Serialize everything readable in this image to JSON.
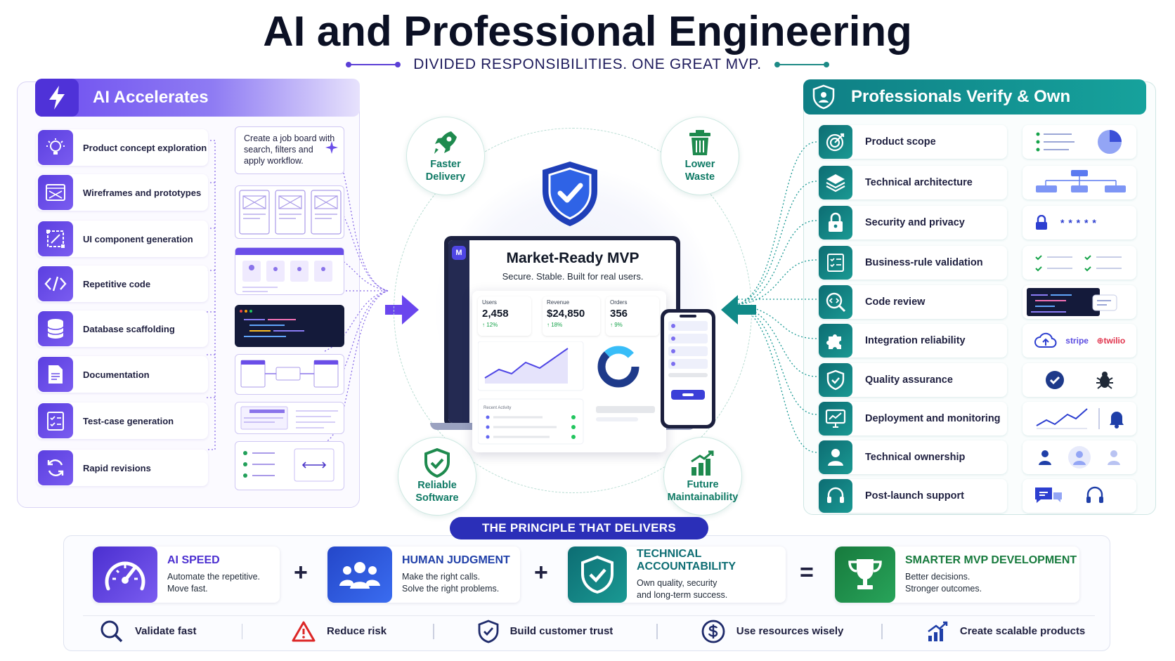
{
  "header": {
    "title": "AI and Professional Engineering",
    "subtitle": "DIVIDED RESPONSIBILITIES. ONE GREAT MVP."
  },
  "ai_panel": {
    "title": "AI Accelerates",
    "items": [
      {
        "label": "Product concept exploration",
        "icon": "lightbulb-icon"
      },
      {
        "label": "Wireframes and prototypes",
        "icon": "wireframe-icon"
      },
      {
        "label": "UI component generation",
        "icon": "component-icon"
      },
      {
        "label": "Repetitive code",
        "icon": "code-icon"
      },
      {
        "label": "Database scaffolding",
        "icon": "database-icon"
      },
      {
        "label": "Documentation",
        "icon": "document-icon"
      },
      {
        "label": "Test-case generation",
        "icon": "checklist-icon"
      },
      {
        "label": "Rapid revisions",
        "icon": "refresh-icon"
      }
    ],
    "prompt": "Create a job board with search, filters and apply workflow."
  },
  "pro_panel": {
    "title": "Professionals Verify & Own",
    "items": [
      {
        "label": "Product scope",
        "icon": "target-icon"
      },
      {
        "label": "Technical architecture",
        "icon": "layers-icon"
      },
      {
        "label": "Security and privacy",
        "icon": "lock-icon"
      },
      {
        "label": "Business-rule validation",
        "icon": "rules-icon"
      },
      {
        "label": "Code review",
        "icon": "magnifier-code-icon"
      },
      {
        "label": "Integration reliability",
        "icon": "puzzle-icon"
      },
      {
        "label": "Quality assurance",
        "icon": "shield-check-icon"
      },
      {
        "label": "Deployment and monitoring",
        "icon": "monitor-chart-icon"
      },
      {
        "label": "Technical ownership",
        "icon": "person-icon"
      },
      {
        "label": "Post-launch support",
        "icon": "headset-icon"
      }
    ],
    "password_mask": "* * * * *",
    "brands": {
      "stripe": "stripe",
      "twilio": "twilio"
    }
  },
  "center": {
    "badges": {
      "faster": "Faster\nDelivery",
      "waste": "Lower\nWaste",
      "reliable": "Reliable\nSoftware",
      "future": "Future\nMaintainability"
    },
    "mvp_title": "Market-Ready MVP",
    "mvp_subtitle": "Secure. Stable. Built for real users.",
    "stats": [
      {
        "label": "Users",
        "value": "2,458",
        "delta": "↑ 12%"
      },
      {
        "label": "Revenue",
        "value": "$24,850",
        "delta": "↑ 18%"
      },
      {
        "label": "Orders",
        "value": "356",
        "delta": "↑ 9%"
      }
    ],
    "recent_activity": "Recent Activity"
  },
  "principle": {
    "banner": "THE PRINCIPLE THAT DELIVERS",
    "cards": [
      {
        "title": "AI SPEED",
        "line1": "Automate the repetitive.",
        "line2": "Move fast."
      },
      {
        "title": "HUMAN JUDGMENT",
        "line1": "Make the right calls.",
        "line2": "Solve the right problems."
      },
      {
        "title": "TECHNICAL ACCOUNTABILITY",
        "line1": "Own quality, security",
        "line2": "and long-term success."
      },
      {
        "title": "SMARTER MVP DEVELOPMENT",
        "line1": "Better decisions.",
        "line2": "Stronger outcomes."
      }
    ],
    "ops": {
      "plus": "+",
      "equals": "="
    }
  },
  "footer": [
    {
      "label": "Validate fast",
      "icon": "search-icon"
    },
    {
      "label": "Reduce risk",
      "icon": "warning-icon"
    },
    {
      "label": "Build customer trust",
      "icon": "shield-check-icon"
    },
    {
      "label": "Use resources wisely",
      "icon": "dollar-icon"
    },
    {
      "label": "Create scalable products",
      "icon": "growth-icon"
    }
  ],
  "colors": {
    "ai_purple": "#5b3fe0",
    "pro_teal": "#11858a",
    "banner_blue": "#2b2fb8",
    "green": "#1e8a4e"
  }
}
